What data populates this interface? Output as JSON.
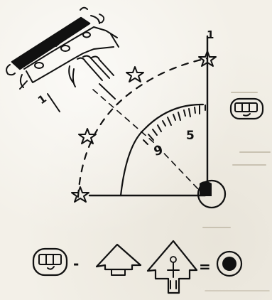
{
  "diagram": {
    "labels": {
      "top_index": "1",
      "left_index": "1",
      "scale_mid": "5",
      "scale_end": "9"
    },
    "colors": {
      "ink": "#111111",
      "paper": "#f3f0e8",
      "guide": "#c9c2b2"
    },
    "icons": {
      "upper_symbol": "rectangular-device-icon",
      "bottom_symbol": "rectangular-device-icon",
      "result_symbol": "bullseye-icon"
    },
    "equation": {
      "minus": "-",
      "equals": "="
    }
  }
}
